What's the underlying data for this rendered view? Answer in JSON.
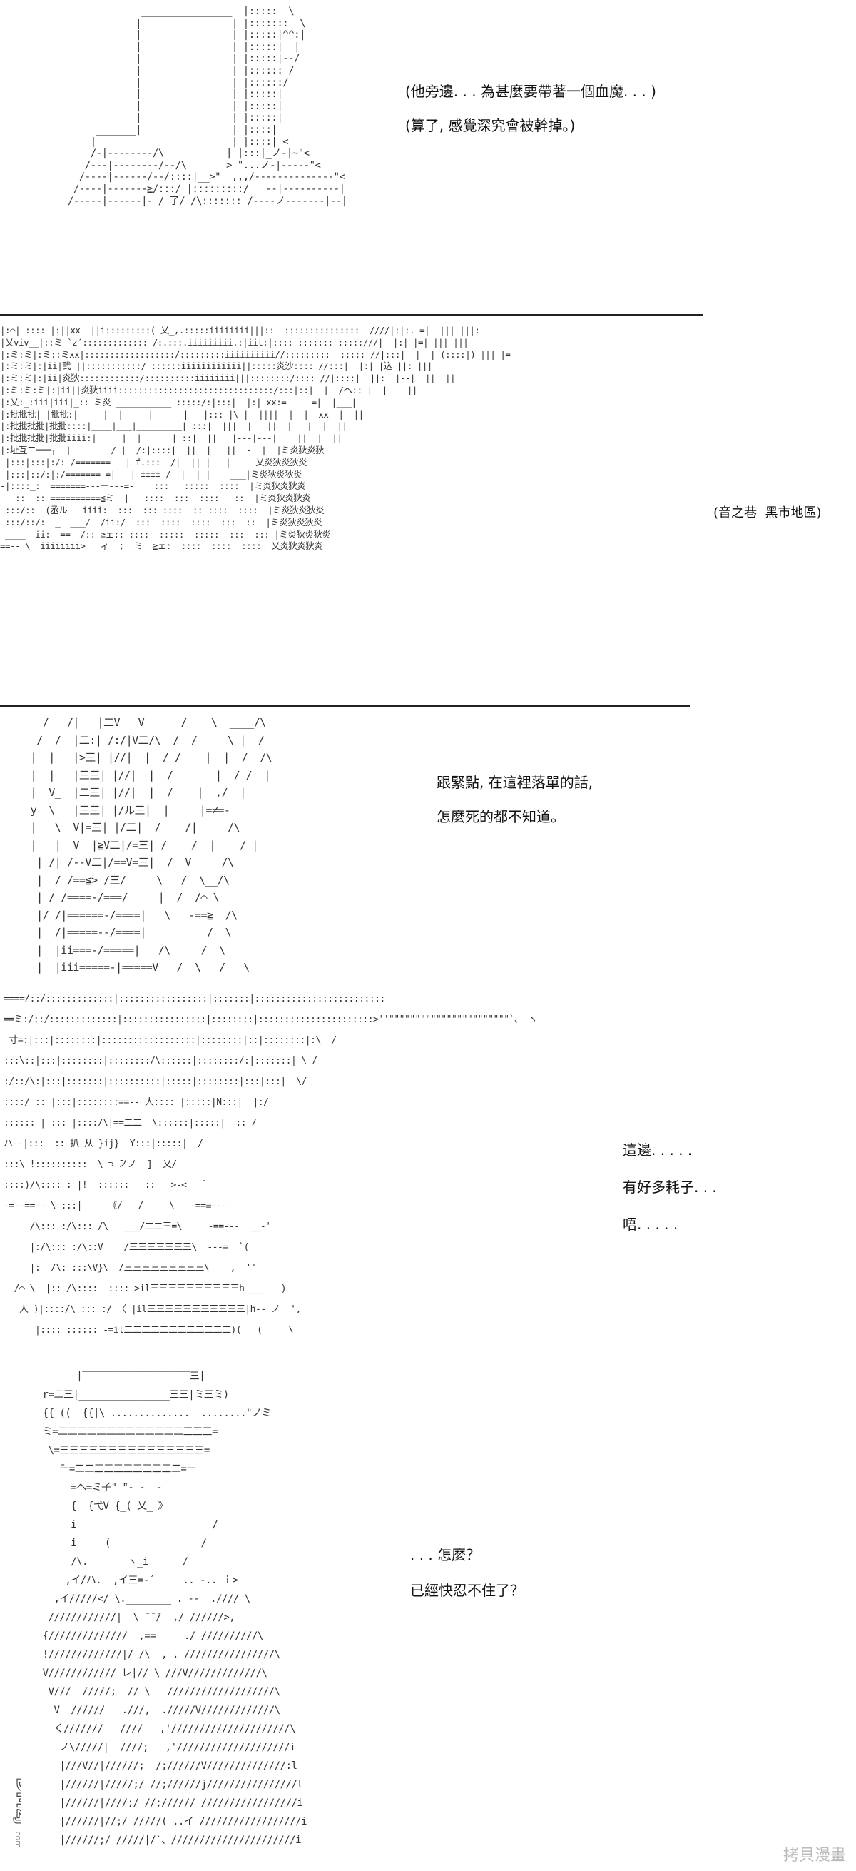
{
  "panels": [
    {
      "art": [
        "             ________________  |:::::  \\",
        "            |                | |:::::::  \\",
        "            |                | |:::::|^^:|",
        "            |                | |:::::|  |",
        "            |                | |:::::|--/",
        "            |                | |:::::: /",
        "            |                | |::::::/",
        "            |                | |:::::|",
        "            |                | |:::::|",
        "            |                | |:::::|",
        "     _______|                | |::::|",
        "    |                        | |::::| <",
        "    /-|--------/\\           | |:::|_ノ-|~\"<",
        "   /---|--------/--/\\______ > \"...ノ-|-----\"<",
        "  /----|------/--/::::|__>\"  ,,,/--------------\"<",
        " /----|-------≧/:::/ |:::::::::/   --|----------|",
        "/-----|------|- / 了/ /\\::::::: /----ノ-------|--|"
      ],
      "lines": [
        "(他旁邊. . . 為甚麼要帶著一個血魔. . . )",
        "(算了, 感覺深究會被幹掉。)"
      ]
    },
    {
      "art": [
        "|:⌒| :::: |:||xx  ||i:::::::::( 乂_,.:::::iiiiiiii|||::  :::::::::::::::  ////|:|:.-=|  ||| |||:",
        "|乂viv__|::ミ `z´::::::::::::: /:.:::.iiiiiiiii.:|iit:|:::: ::::::: :::::///|  |:| |=| ||| |||",
        "|:ミ:ミ|:ミ::ミxx|::::::::::::::::::/:::::::::iiiiiiiiii//:::::::::  ::::: //|:::|  |--| (::::|) ||| |=",
        "|:ミ:ミ|:|ii|弐 ||:::::::::::/ ::::::iiiiiiiiiiii||:::::炎沙:::: //:::|  |:| |込 ||: |||",
        "|:ミ:ミ|:|ii|炎狄::::::::::::/::::::::::iiiiiiii|||::::::::/:::: //|::::|  ||:  |--|  ||  ||",
        "|:ミ:ミ:ミ|:|ii||炎狄iiii:::::::::::::::::::::::::::::::/:::|::|  |  /ヘ:: |  |    ||",
        "|:乂:_:iii|iii|_:: ミ炎 ___________ :::::/:|:::|  |:| xx:=-----=|  |___|",
        "|:批批批| |批批:|     |  |     |      |   |::: |\\ |  ||||  |  |  xx  |  ||",
        "|:批批批批|批批::::|____|___|_________| :::|  |||  |   ||  |   |  |  ||",
        "|:批批批批|批批iiii:|     |  |      | ::|  ||   |---|---|    ||  |  ||",
        "|:址互二━━━┐  |________/ |  /:|::::|  ||  |   ||  -  |  |ミ炎狄炎狄",
        "-|:::|:::|:/:-/=======---| f.:::  /|  || |   |     乂炎狄炎狄炎",
        "-|:::|::/:|:/=======-=|---| ‡‡‡‡ /  |  | |    ___|ミ炎狄炎狄炎",
        "-|::::_:  =======---ー---=-    :::   :::::  ::::  |ミ炎狄炎狄炎",
        "   ::  :: ==========≦ミ  |   ::::  :::  ::::   ::  |ミ炎狄炎狄炎",
        " :::/::  (丞ル   iiii:  :::  ::: ::::  :: ::::  ::::  |ミ炎狄炎狄炎",
        " :::/::/:  _  ___/  /ii:/  :::  ::::  ::::  :::  ::  |ミ炎狄炎狄炎",
        " ____  ii:  ==  /:: ≧ェ:: ::::  :::::  :::::  :::  ::: |ミ炎狄炎狄炎",
        "==-- \\  iiiiiiii>   ィ  ;  ミ  ≧ェ:  ::::  ::::  ::::  乂炎狄炎狄炎"
      ],
      "lines": [
        "(音之巷  黑市地區)"
      ]
    },
    {
      "art": [
        "       /   /|   |二V   V      /    \\  ____/\\",
        "      /  /  |二:| /:/|V二/\\  /  /     \\ |  /",
        "     |  |   |>三| |//|  |  / /    |  |  /  /\\",
        "     |  |   |三三| |//|  |  /       |  / /  |",
        "     |  V_  |二三| |//|  |  /    |  ,/  |",
        "     y  \\   |三三| |/ル三|  |     |=≠=-",
        "     |   \\  V|=三| |/二|  /    /|     /\\",
        "     |   |  V  |≧V二|/=三| /    /  |    / |",
        "      | /| /--V二|/==V=三|  /  V     /\\",
        "      |  / /==≦> /三/     \\   /  \\__/\\",
        "      | / /====-/===/     |  /  /⌒ \\",
        "      |/ /|======-/====|   \\   -==≧  /\\",
        "      |  /|=====--/====|          /  \\",
        "      |  |ii===-/=====|   /\\     /  \\",
        "      |  |iii=====-|=====V   /  \\   /   \\"
      ],
      "lines": [
        "跟緊點, 在這裡落單的話,",
        "怎麼死的都不知道。"
      ]
    },
    {
      "art": [
        "====/::/:::::::::::::|:::::::::::::::::|:::::::|:::::::::::::::::::::::::",
        "==ミ:/::/:::::::::::::|::::::::::::::::|::::::::|::::::::::::::::::::::>''\"\"\"\"\"\"\"\"\"\"\"\"\"\"\"\"\"\"\"\"\"\"\"`、 ヽ",
        " 寸=:|:::|::::::::|::::::::::::::::::|::::::::|::|::::::::|:\\  /",
        ":::\\::|:::|::::::::|::::::::/\\::::::|::::::::/:|:::::::| \\ /",
        ":/::/\\:|:::|:::::::|::::::::::|:::::|::::::::|:::|:::|  \\/",
        "::::/ :: |:::|::::::::==-- 人:::: |:::::|N:::|  |:/",
        ":::::: | ::: |::::/\\|==二二  \\::::::|:::::|  :: /",
        "ハ--|:::  :: 扒 从 }ij}  Y:::|:::::|  /",
        ":::\\ !::::::::::  \\ ⊃ ̄ノノ  ]  乂/",
        "::::)/\\:::: : |!  ::::::   ::   >-<   `",
        "-=--==-- \\ :::|     《/   /     \\   -==≡---",
        "     /\\::: :/\\::: /\\   ___/二二三=\\     -==---  __-'",
        "     |:/\\::: :/\\::V    /三三三三三三三\\  ---=  `(",
        "     |:  /\\: :::\\V}\\  /三三三三三三三三三\\    ,  ''",
        "  /⌒ \\  |:: /\\::::  :::: >il三三三三三三三三三三h ___   )",
        "   人 )|::::/\\ ::: :/ 〈 |il三三三三三三三三三三三|h-- ノ  ',",
        "      |:::: :::::: -=il二二二二二二二二二二二二)(   (     \\"
      ],
      "lines": [
        "這邊. . . . .",
        "有好多耗子. . .",
        "唔. . . . ."
      ]
    },
    {
      "art": [
        "           |‾‾‾‾‾‾‾‾‾‾‾‾‾‾‾‾‾‾‾三|",
        "     r=二三|________________三三|ミ三ミ)",
        "     {{ ((  {{|\\ ..............  ........\"ノミ",
        "     ミ=二二二二二二二二二二二二二三三三=",
        "      \\=三三三三三三三三三三三三三三三=",
        "        ̄ー=二二三三三三三三三三二=ー",
        "         ‾=ヘ=ミ子\" ̄\"‐ ‐  ‐ ‾",
        "          {  {弋V {_( 乂_ 》",
        "          i                        /",
        "          i     (                /",
        "          /\\.       ヽ_i      /",
        "         ,イ/ハ.  ,イ三=‐´     .. -.. ｉ>",
        "       ,イ/////</ \\.________ . --  .//// \\",
        "      ////////////|  \\ ̄ ̄ ̄/  ,/ //////>,",
        "     {//////////////  ,==     ./ //////////\\",
        "     !/////////////|/ /\\  , . ////////////////\\",
        "     V//////////// レ|// \\ ///V/////////////\\",
        "      V///  /////;  // \\   ///////////////////\\",
        "       V  //////   .///,  ./////V/////////////\\",
        "       く///////   ////   ,'/////////////////////\\",
        "        ノ\\/////|  ////;   ,'////////////////////i",
        "        |///V//|//////;  /;//////V//////////////:l",
        "        |//////|/////;/ //;//////j////////////////l",
        "        |//////|////;/ //;////// /////////////////i",
        "        |//////|//;/ /////(_,.イ //////////////////i",
        "        |//////;/ /////|/`、//////////////////////i"
      ],
      "lines": [
        ". . . 怎麼？",
        "已經快忍不住了？"
      ]
    }
  ],
  "watermark": "拷貝漫畫",
  "logo": "DMzj.com"
}
